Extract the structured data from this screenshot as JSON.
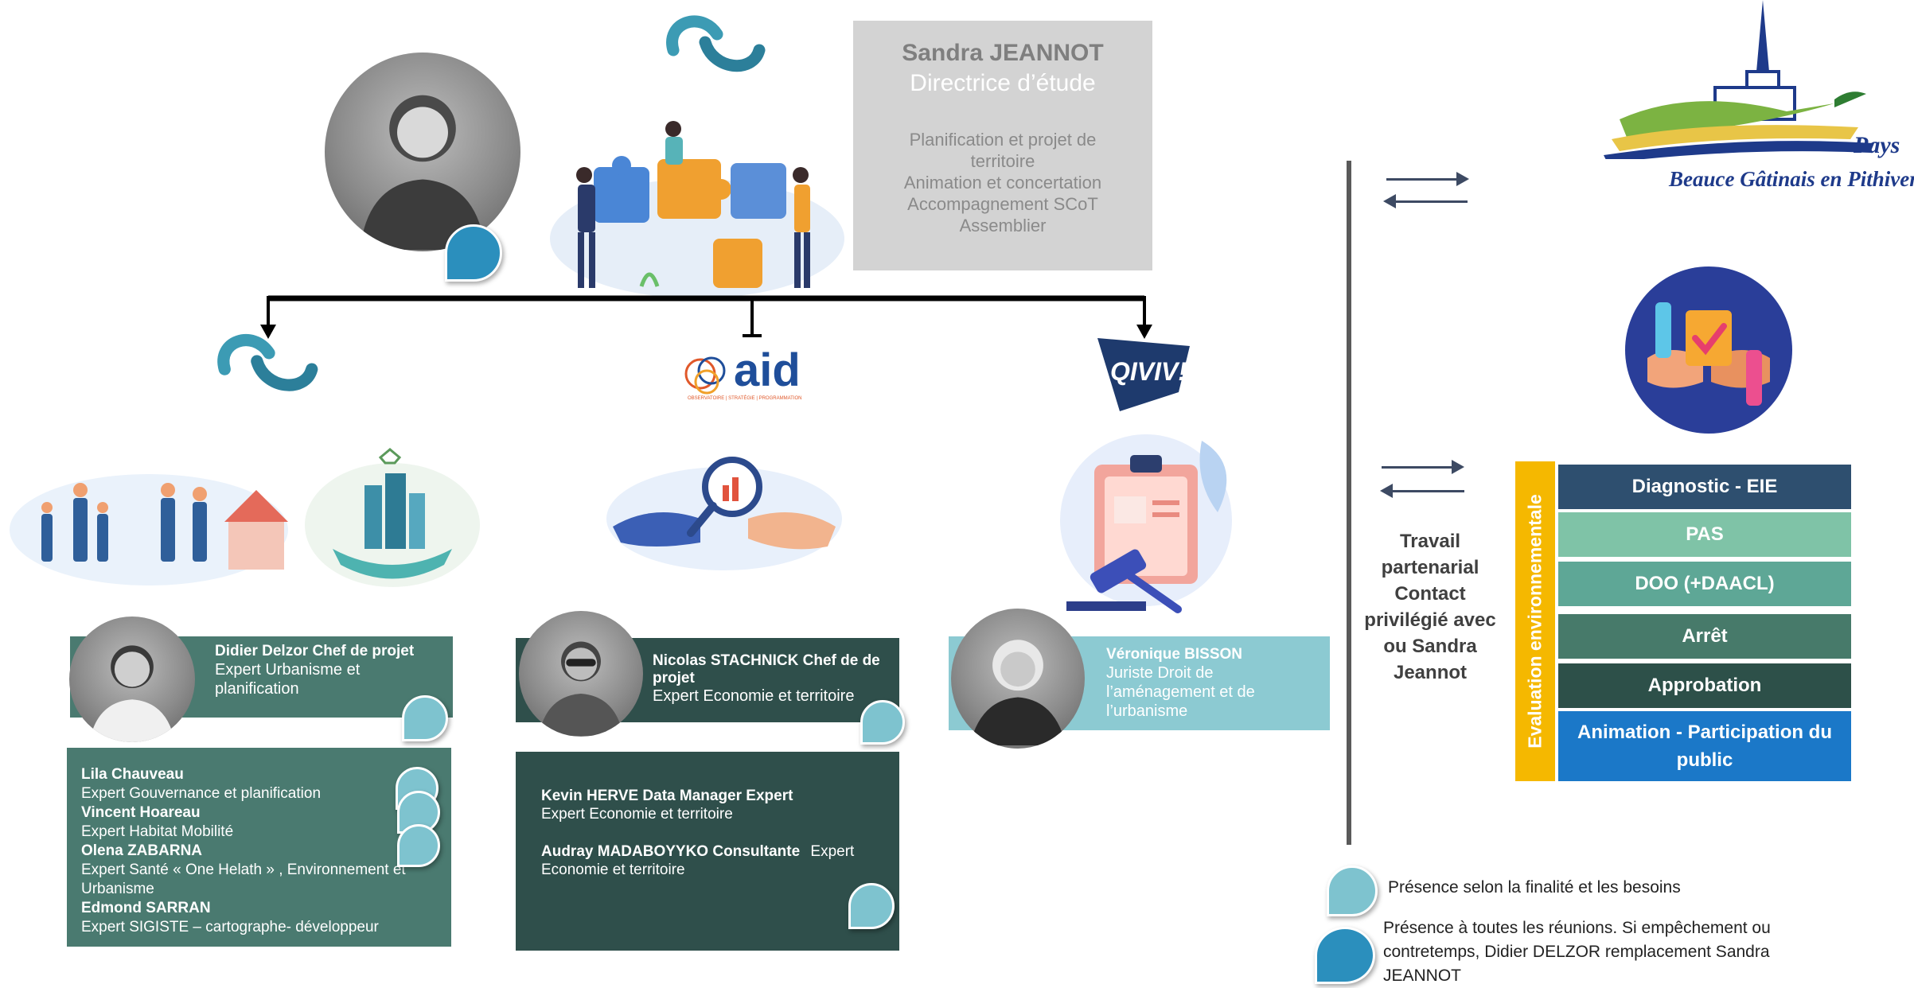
{
  "lead": {
    "name": "Sandra JEANNOT",
    "title": "Directrice d’étude",
    "missions": [
      "Planification et projet de territoire",
      "Animation et concertation",
      "Accompagnement SCoT",
      "Assemblier"
    ]
  },
  "logos": {
    "aid": "aid",
    "aid_sub": "OBSERVATOIRE | STRATÉGIE | PROGRAMMATION",
    "qiviv": "QIVIV!",
    "pays_line1": "Pays",
    "pays_line2": "Beauce Gâtinais en Pithiverais"
  },
  "team1": {
    "chief_name": "Didier Delzor Chef de projet",
    "chief_role": "Expert  Urbanisme et planification",
    "members": [
      {
        "name": "Lila Chauveau",
        "role": "Expert Gouvernance et planification"
      },
      {
        "name": "Vincent Hoareau",
        "role": "Expert Habitat Mobilité"
      },
      {
        "name": "Olena ZABARNA",
        "role": "Expert Santé « One Helath » , Environnement et Urbanisme"
      },
      {
        "name": "Edmond SARRAN",
        "role": "Expert SIGISTE – cartographe- développeur"
      }
    ]
  },
  "team2": {
    "chief_name": "Nicolas STACHNICK  Chef de de projet",
    "chief_role": "Expert Economie et territoire",
    "members": [
      {
        "name": "Kevin HERVE Data Manager Expert",
        "role": "Expert Economie et territoire"
      },
      {
        "name": "Audray MADABOYYKO Consultante",
        "role": "Expert Economie et territoire"
      }
    ]
  },
  "team3": {
    "chief_name": "Véronique BISSON",
    "chief_role": "Juriste Droit de l’aménagement et de l’urbanisme"
  },
  "partner_text": [
    "Travail",
    "partenarial",
    "Contact",
    "privilégié avec",
    "ou Sandra",
    "Jeannot"
  ],
  "phases": {
    "side_label": "Evaluation environnementale",
    "steps": [
      "Diagnostic - EIE",
      "PAS",
      "DOO (+DAACL)",
      "Arrêt",
      "Approbation",
      "Animation - Participation du public"
    ]
  },
  "legend": {
    "light": "Présence selon la finalité et les besoins",
    "dark_lines": [
      "Présence à toutes les réunions. Si empêchement ou",
      "contretemps, Didier DELZOR remplacement Sandra",
      "JEANNOT"
    ]
  },
  "colors": {
    "gray_box": "#d3d3d3",
    "team_dark": "#2f4f4b",
    "team_mid": "#4a7a70",
    "team_light": "#8ccad2",
    "drop_light": "#7ec3cf",
    "drop_dark": "#2b8fbd",
    "phase1": "#2e4f6f",
    "phase2": "#7fc3a7",
    "phase3": "#5ea796",
    "phase4": "#477a6a",
    "phase5": "#2d5049",
    "phase6": "#1b78c8",
    "side": "#f5b800"
  }
}
